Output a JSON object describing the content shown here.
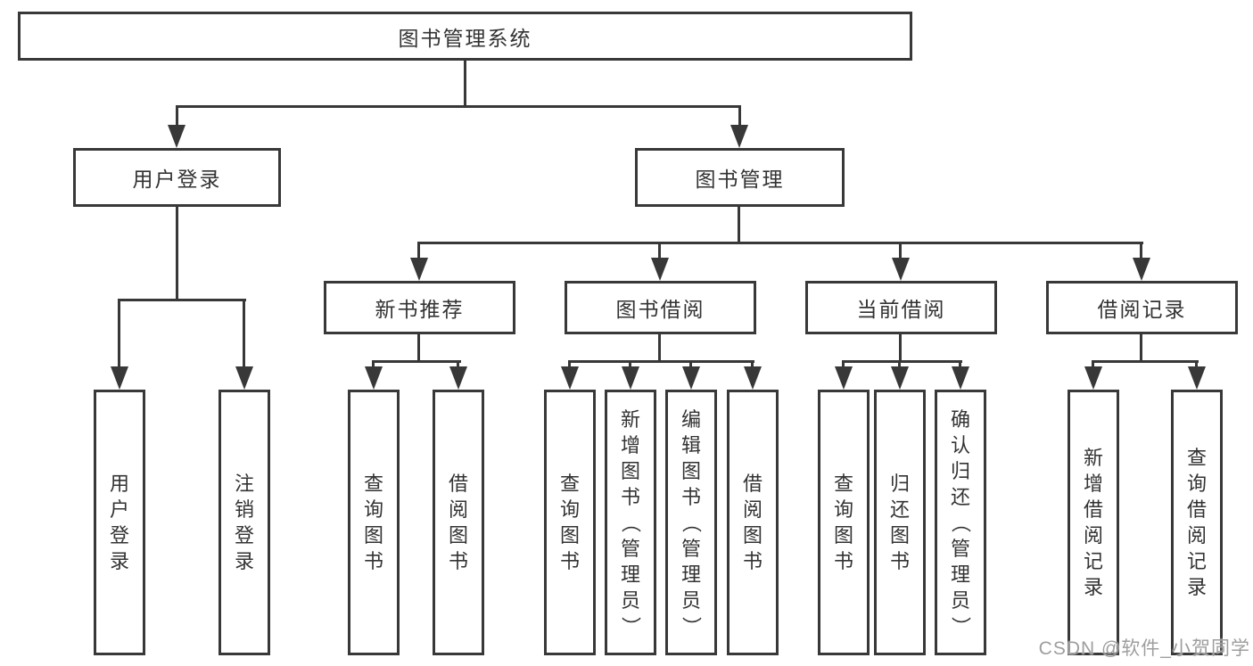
{
  "root": {
    "label": "图书管理系统"
  },
  "level2": [
    {
      "label": "用户登录"
    },
    {
      "label": "图书管理"
    }
  ],
  "level3": [
    {
      "label": "新书推荐"
    },
    {
      "label": "图书借阅"
    },
    {
      "label": "当前借阅"
    },
    {
      "label": "借阅记录"
    }
  ],
  "leaves": {
    "userLogin": [
      {
        "label": "用户登录"
      },
      {
        "label": "注销登录"
      }
    ],
    "recommend": [
      {
        "label": "查询图书"
      },
      {
        "label": "借阅图书"
      }
    ],
    "borrowing": [
      {
        "label": "查询图书"
      },
      {
        "label": "新增图书（管理员）"
      },
      {
        "label": "编辑图书（管理员）"
      },
      {
        "label": "借阅图书"
      }
    ],
    "current": [
      {
        "label": "查询图书"
      },
      {
        "label": "归还图书"
      },
      {
        "label": "确认归还（管理员）"
      }
    ],
    "records": [
      {
        "label": "新增借阅记录"
      },
      {
        "label": "查询借阅记录"
      }
    ]
  },
  "watermark": {
    "text": "CSDN @软件_小贺同学"
  },
  "colors": {
    "line": "#383838",
    "text": "#333333",
    "watermark": "#9e9e9e",
    "background": "#ffffff"
  }
}
